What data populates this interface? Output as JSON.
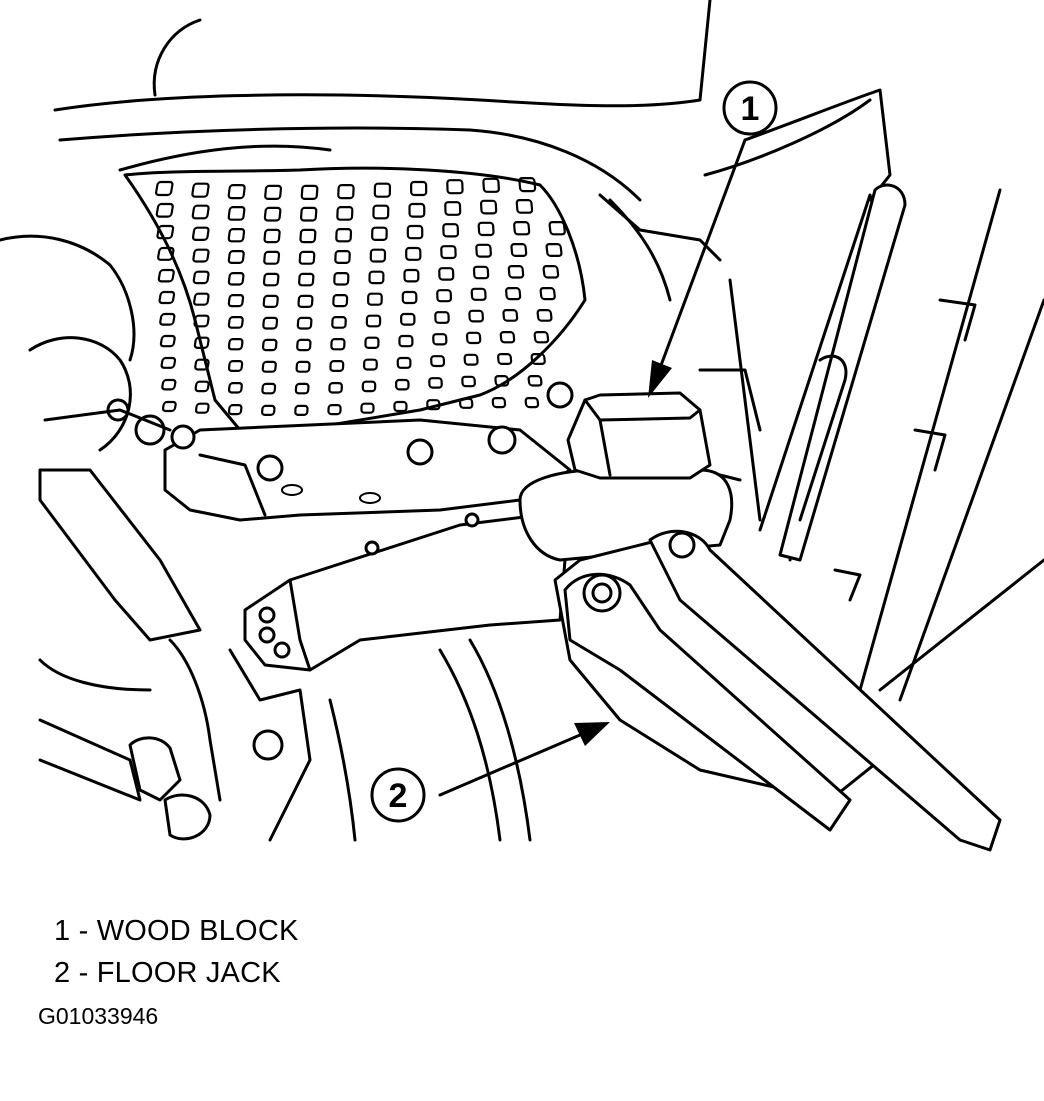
{
  "diagram": {
    "callouts": [
      {
        "number": "1",
        "name": "WOOD BLOCK"
      },
      {
        "number": "2",
        "name": "FLOOR JACK"
      }
    ],
    "legend": [
      {
        "text": "1 - WOOD BLOCK"
      },
      {
        "text": "2 - FLOOR JACK"
      }
    ],
    "figure_id": "G01033946"
  }
}
